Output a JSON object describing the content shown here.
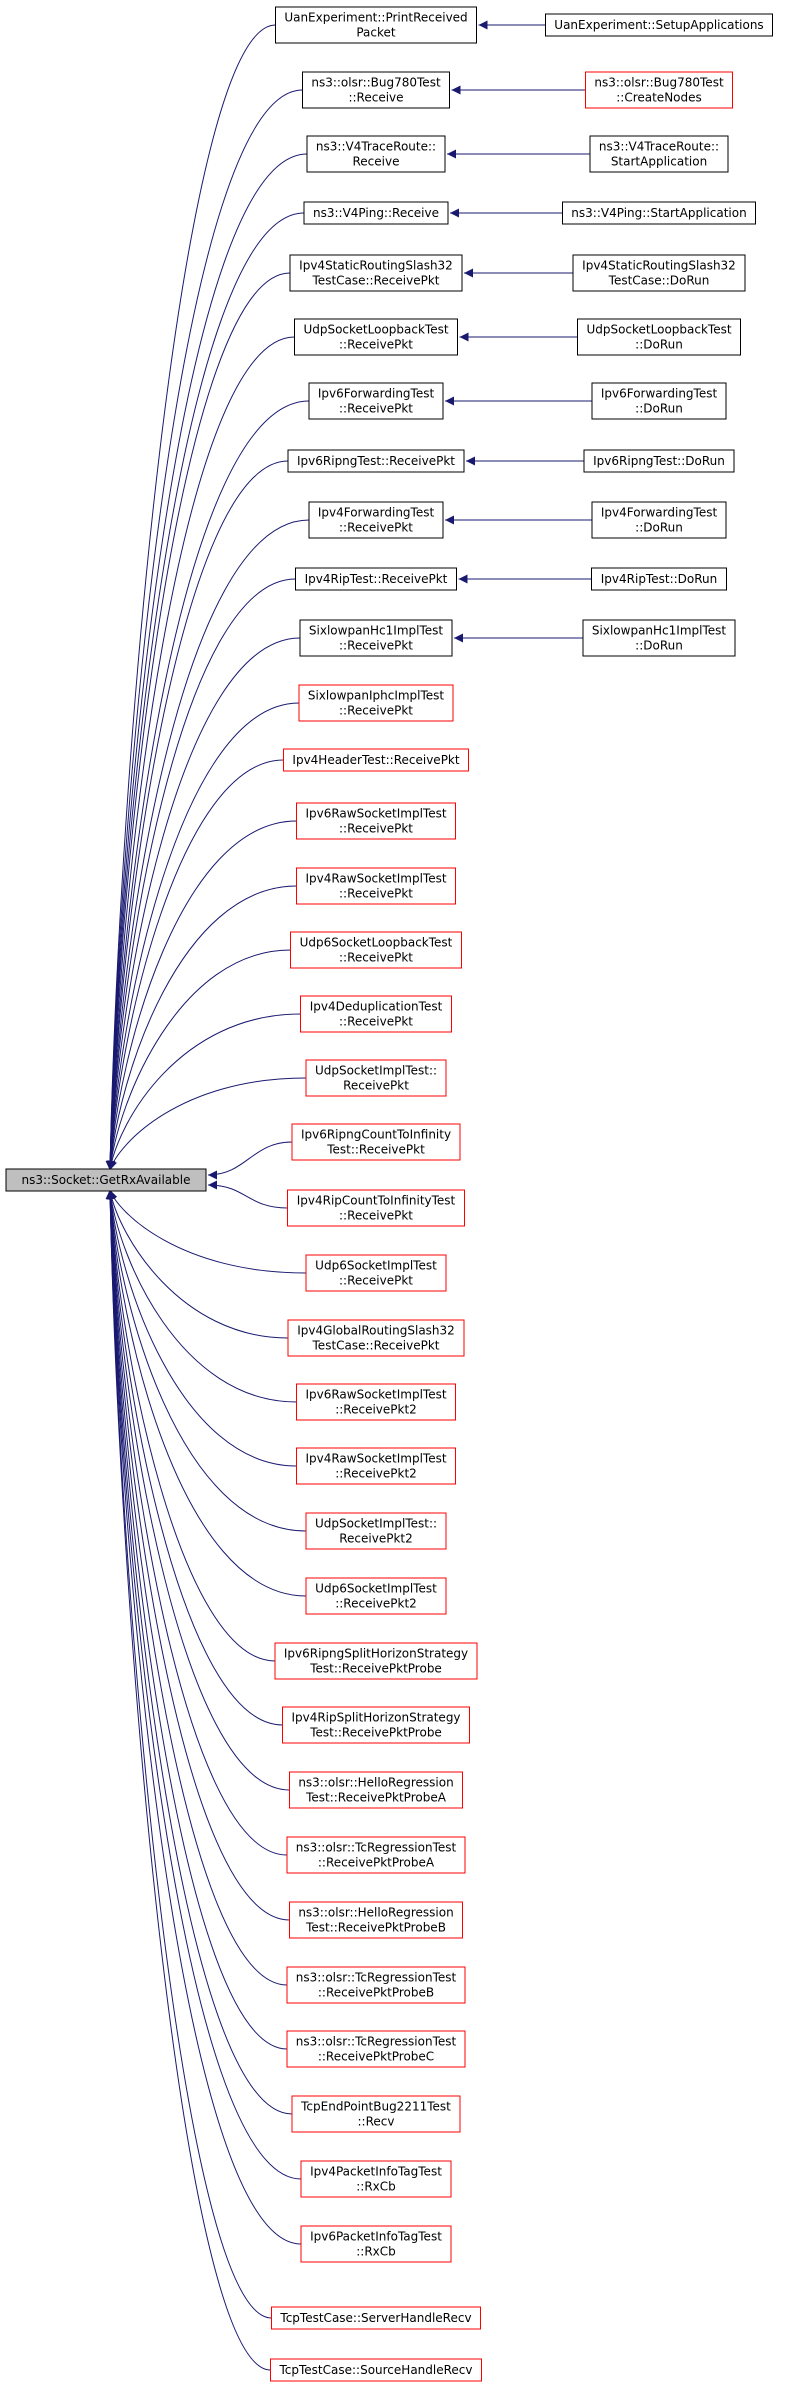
{
  "root": {
    "label": "ns3::Socket::GetRxAvailable"
  },
  "colors": {
    "edge": "#191970",
    "node_border_black": "#000000",
    "node_border_red": "#ff0000",
    "root_fill": "#bfbfbf"
  },
  "callers": [
    {
      "id": "uan-print-received-packet",
      "lines": [
        "UanExperiment::PrintReceived",
        "Packet"
      ],
      "border": "black"
    },
    {
      "id": "bug780-receive",
      "lines": [
        "ns3::olsr::Bug780Test",
        "::Receive"
      ],
      "border": "black"
    },
    {
      "id": "v4traceroute-receive",
      "lines": [
        "ns3::V4TraceRoute::",
        "Receive"
      ],
      "border": "black"
    },
    {
      "id": "v4ping-receive",
      "lines": [
        "ns3::V4Ping::Receive"
      ],
      "border": "black"
    },
    {
      "id": "ipv4-static-slash32-receive",
      "lines": [
        "Ipv4StaticRoutingSlash32",
        "TestCase::ReceivePkt"
      ],
      "border": "black"
    },
    {
      "id": "udp-loopback-receive",
      "lines": [
        "UdpSocketLoopbackTest",
        "::ReceivePkt"
      ],
      "border": "black"
    },
    {
      "id": "ipv6-forwarding-receive",
      "lines": [
        "Ipv6ForwardingTest",
        "::ReceivePkt"
      ],
      "border": "black"
    },
    {
      "id": "ipv6-ripng-receive",
      "lines": [
        "Ipv6RipngTest::ReceivePkt"
      ],
      "border": "black"
    },
    {
      "id": "ipv4-forwarding-receive",
      "lines": [
        "Ipv4ForwardingTest",
        "::ReceivePkt"
      ],
      "border": "black"
    },
    {
      "id": "ipv4-rip-receive",
      "lines": [
        "Ipv4RipTest::ReceivePkt"
      ],
      "border": "black"
    },
    {
      "id": "sixlowpan-hc1-receive",
      "lines": [
        "SixlowpanHc1ImplTest",
        "::ReceivePkt"
      ],
      "border": "black"
    },
    {
      "id": "sixlowpan-iphc-receive",
      "lines": [
        "SixlowpanIphcImplTest",
        "::ReceivePkt"
      ],
      "border": "red"
    },
    {
      "id": "ipv4-header-receive",
      "lines": [
        "Ipv4HeaderTest::ReceivePkt"
      ],
      "border": "red"
    },
    {
      "id": "ipv6-raw-receive",
      "lines": [
        "Ipv6RawSocketImplTest",
        "::ReceivePkt"
      ],
      "border": "red"
    },
    {
      "id": "ipv4-raw-receive",
      "lines": [
        "Ipv4RawSocketImplTest",
        "::ReceivePkt"
      ],
      "border": "red"
    },
    {
      "id": "udp6-loopback-receive",
      "lines": [
        "Udp6SocketLoopbackTest",
        "::ReceivePkt"
      ],
      "border": "red"
    },
    {
      "id": "ipv4-dedup-receive",
      "lines": [
        "Ipv4DeduplicationTest",
        "::ReceivePkt"
      ],
      "border": "red"
    },
    {
      "id": "udp-impl-receive",
      "lines": [
        "UdpSocketImplTest::",
        "ReceivePkt"
      ],
      "border": "red"
    },
    {
      "id": "ipv6-ripng-cti-receive",
      "lines": [
        "Ipv6RipngCountToInfinity",
        "Test::ReceivePkt"
      ],
      "border": "red"
    },
    {
      "id": "ipv4-rip-cti-receive",
      "lines": [
        "Ipv4RipCountToInfinityTest",
        "::ReceivePkt"
      ],
      "border": "red"
    },
    {
      "id": "udp6-impl-receive",
      "lines": [
        "Udp6SocketImplTest",
        "::ReceivePkt"
      ],
      "border": "red"
    },
    {
      "id": "ipv4-global-slash32-receive",
      "lines": [
        "Ipv4GlobalRoutingSlash32",
        "TestCase::ReceivePkt"
      ],
      "border": "red"
    },
    {
      "id": "ipv6-raw-receive2",
      "lines": [
        "Ipv6RawSocketImplTest",
        "::ReceivePkt2"
      ],
      "border": "red"
    },
    {
      "id": "ipv4-raw-receive2",
      "lines": [
        "Ipv4RawSocketImplTest",
        "::ReceivePkt2"
      ],
      "border": "red"
    },
    {
      "id": "udp-impl-receive2",
      "lines": [
        "UdpSocketImplTest::",
        "ReceivePkt2"
      ],
      "border": "red"
    },
    {
      "id": "udp6-impl-receive2",
      "lines": [
        "Udp6SocketImplTest",
        "::ReceivePkt2"
      ],
      "border": "red"
    },
    {
      "id": "ipv6-ripng-split-probe",
      "lines": [
        "Ipv6RipngSplitHorizonStrategy",
        "Test::ReceivePktProbe"
      ],
      "border": "red"
    },
    {
      "id": "ipv4-rip-split-probe",
      "lines": [
        "Ipv4RipSplitHorizonStrategy",
        "Test::ReceivePktProbe"
      ],
      "border": "red"
    },
    {
      "id": "olsr-hello-probe-a",
      "lines": [
        "ns3::olsr::HelloRegression",
        "Test::ReceivePktProbeA"
      ],
      "border": "red"
    },
    {
      "id": "olsr-tc-probe-a",
      "lines": [
        "ns3::olsr::TcRegressionTest",
        "::ReceivePktProbeA"
      ],
      "border": "red"
    },
    {
      "id": "olsr-hello-probe-b",
      "lines": [
        "ns3::olsr::HelloRegression",
        "Test::ReceivePktProbeB"
      ],
      "border": "red"
    },
    {
      "id": "olsr-tc-probe-b",
      "lines": [
        "ns3::olsr::TcRegressionTest",
        "::ReceivePktProbeB"
      ],
      "border": "red"
    },
    {
      "id": "olsr-tc-probe-c",
      "lines": [
        "ns3::olsr::TcRegressionTest",
        "::ReceivePktProbeC"
      ],
      "border": "red"
    },
    {
      "id": "tcp-bug2211-recv",
      "lines": [
        "TcpEndPointBug2211Test",
        "::Recv"
      ],
      "border": "red"
    },
    {
      "id": "ipv4-pktinfo-rxcb",
      "lines": [
        "Ipv4PacketInfoTagTest",
        "::RxCb"
      ],
      "border": "red"
    },
    {
      "id": "ipv6-pktinfo-rxcb",
      "lines": [
        "Ipv6PacketInfoTagTest",
        "::RxCb"
      ],
      "border": "red"
    },
    {
      "id": "tcp-server-handle-recv",
      "lines": [
        "TcpTestCase::ServerHandleRecv"
      ],
      "border": "red"
    },
    {
      "id": "tcp-source-handle-recv",
      "lines": [
        "TcpTestCase::SourceHandleRecv"
      ],
      "border": "red"
    }
  ],
  "secondary": [
    {
      "id": "uan-setup-applications",
      "lines": [
        "UanExperiment::SetupApplications"
      ],
      "border": "black",
      "calls": 0
    },
    {
      "id": "bug780-create-nodes",
      "lines": [
        "ns3::olsr::Bug780Test",
        "::CreateNodes"
      ],
      "border": "red",
      "calls": 1
    },
    {
      "id": "v4traceroute-start",
      "lines": [
        "ns3::V4TraceRoute::",
        "StartApplication"
      ],
      "border": "black",
      "calls": 2
    },
    {
      "id": "v4ping-start",
      "lines": [
        "ns3::V4Ping::StartApplication"
      ],
      "border": "black",
      "calls": 3
    },
    {
      "id": "ipv4-static-slash32-dorun",
      "lines": [
        "Ipv4StaticRoutingSlash32",
        "TestCase::DoRun"
      ],
      "border": "black",
      "calls": 4
    },
    {
      "id": "udp-loopback-dorun",
      "lines": [
        "UdpSocketLoopbackTest",
        "::DoRun"
      ],
      "border": "black",
      "calls": 5
    },
    {
      "id": "ipv6-forwarding-dorun",
      "lines": [
        "Ipv6ForwardingTest",
        "::DoRun"
      ],
      "border": "black",
      "calls": 6
    },
    {
      "id": "ipv6-ripng-dorun",
      "lines": [
        "Ipv6RipngTest::DoRun"
      ],
      "border": "black",
      "calls": 7
    },
    {
      "id": "ipv4-forwarding-dorun",
      "lines": [
        "Ipv4ForwardingTest",
        "::DoRun"
      ],
      "border": "black",
      "calls": 8
    },
    {
      "id": "ipv4-rip-dorun",
      "lines": [
        "Ipv4RipTest::DoRun"
      ],
      "border": "black",
      "calls": 9
    },
    {
      "id": "sixlowpan-hc1-dorun",
      "lines": [
        "SixlowpanHc1ImplTest",
        "::DoRun"
      ],
      "border": "black",
      "calls": 10
    }
  ]
}
